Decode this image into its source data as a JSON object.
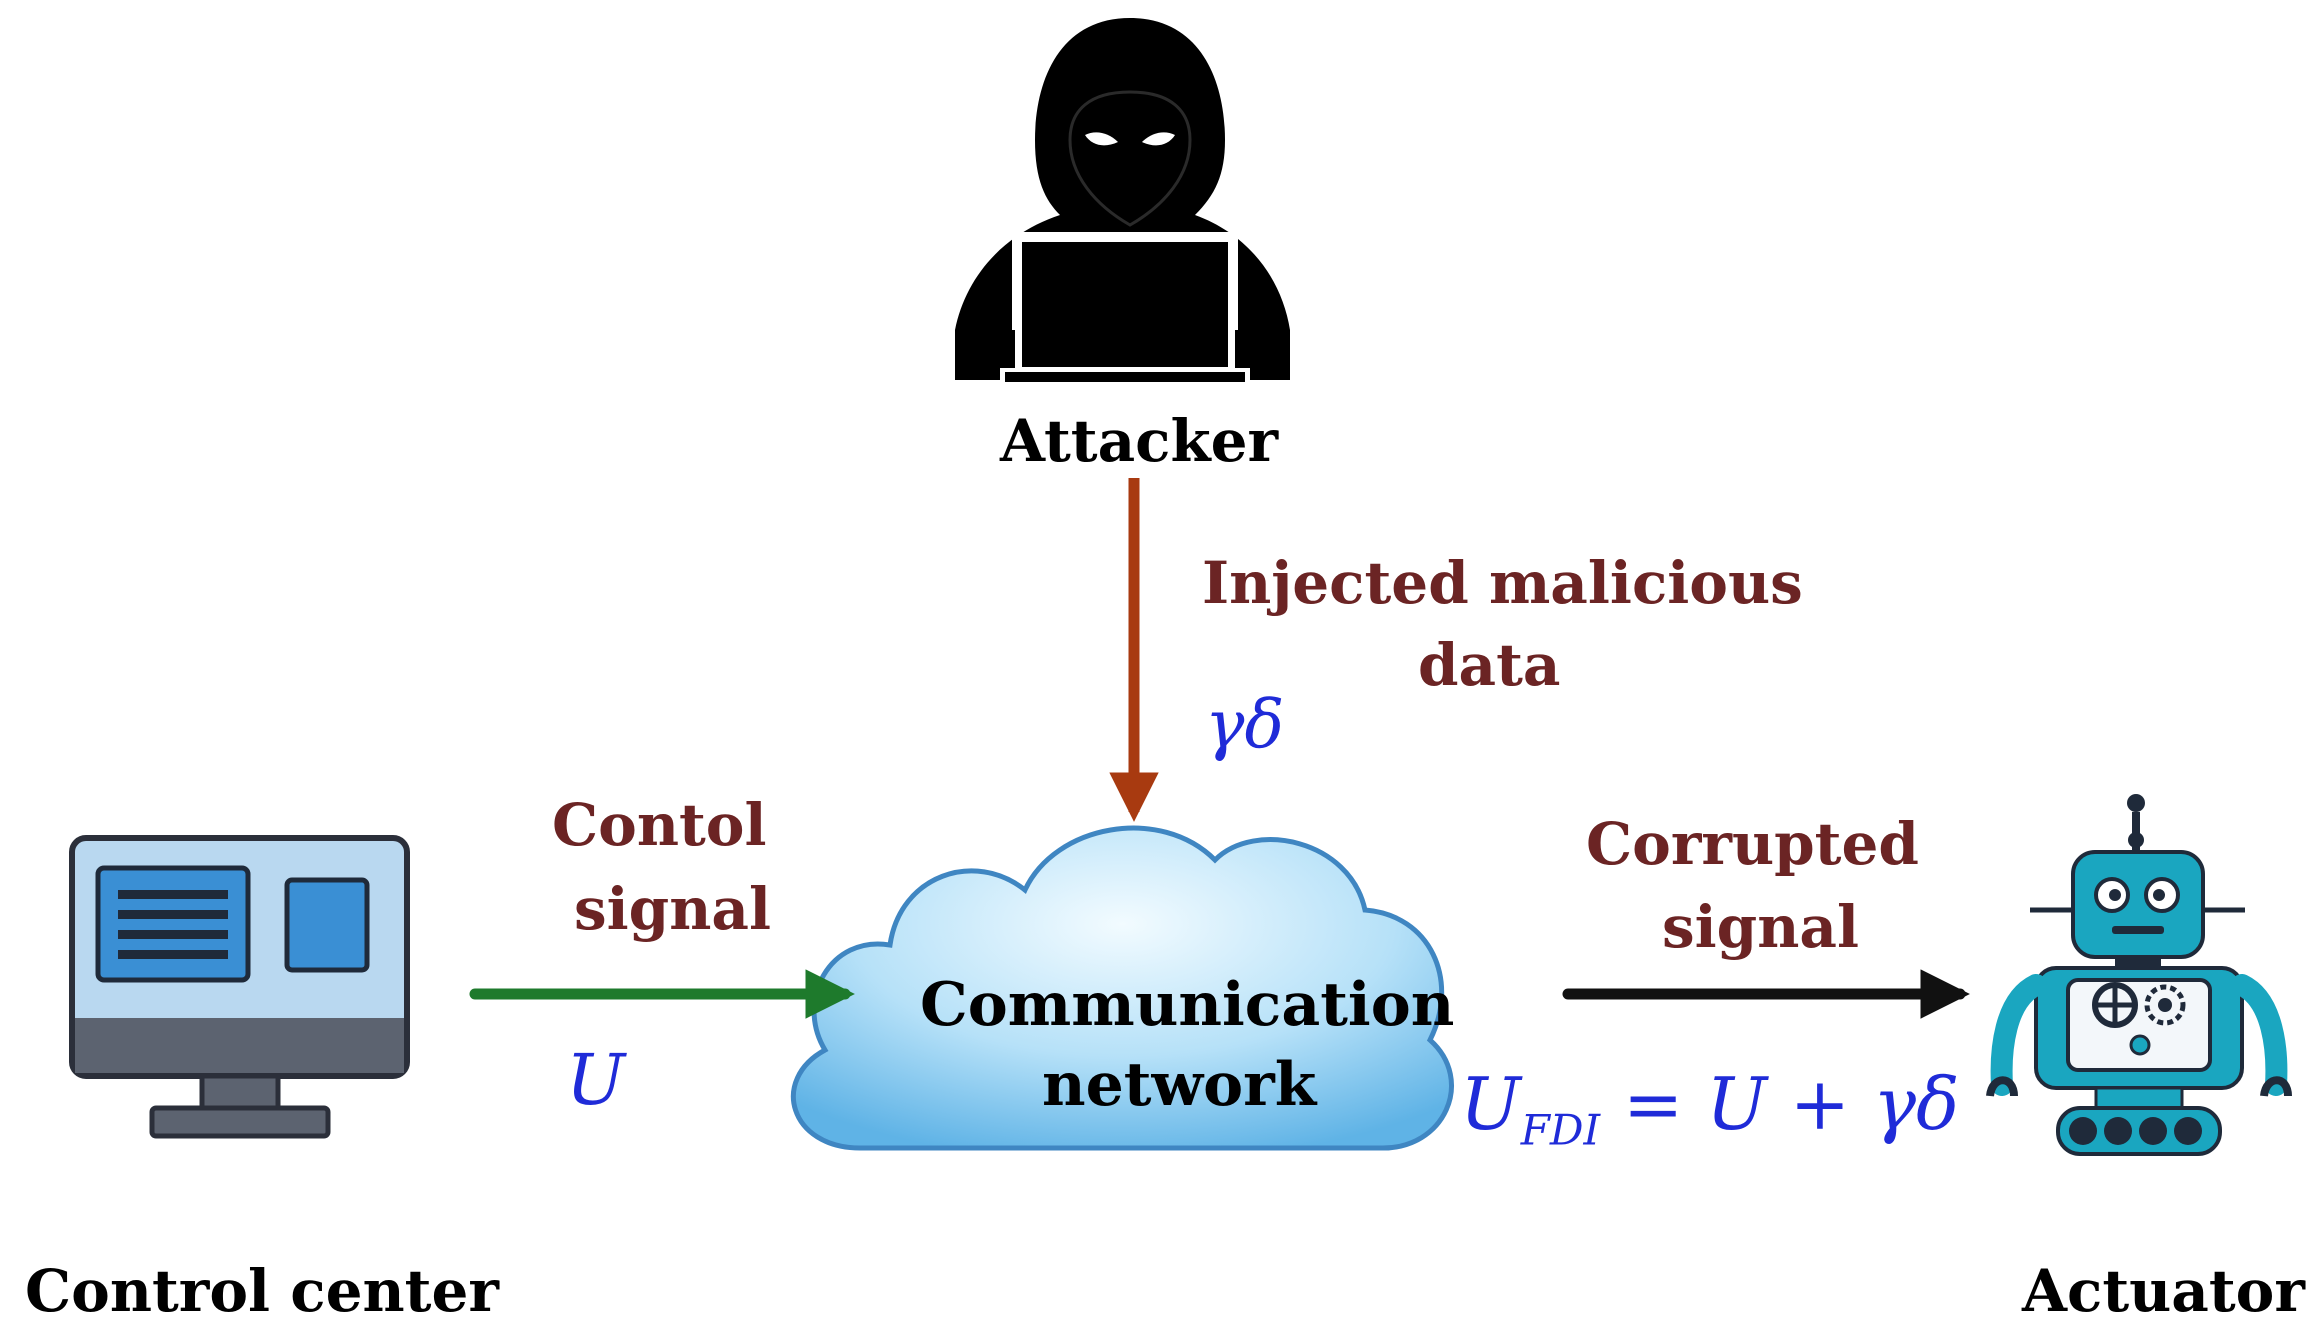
{
  "nodes": {
    "attacker": {
      "label": "Attacker"
    },
    "control_center": {
      "label": "Control center"
    },
    "network": {
      "label_line1": "Communication",
      "label_line2": "network"
    },
    "actuator": {
      "label": "Actuator"
    }
  },
  "edges": {
    "injection": {
      "label_line1": "Injected  malicious",
      "label_line2": "data",
      "math": "γδ",
      "color": "#a83a10"
    },
    "control": {
      "label_line1": "Contol",
      "label_line2": "signal",
      "math": "U",
      "color": "#1e7a2c"
    },
    "corrupted": {
      "label_line1": "Corrupted",
      "label_line2": "signal",
      "math_main": "U",
      "math_sub": "FDI",
      "math_rest": " = U + γδ",
      "color": "#111111"
    }
  },
  "colors": {
    "label_brown": "#6b2424",
    "math_blue": "#1f2bd8",
    "cloud_blue": "#7fc4ee",
    "robot_teal": "#1aa6c0"
  },
  "icons": {
    "attacker": "hooded-hacker-icon",
    "control_center": "computer-monitor-icon",
    "network": "cloud-icon",
    "actuator": "robot-icon"
  }
}
